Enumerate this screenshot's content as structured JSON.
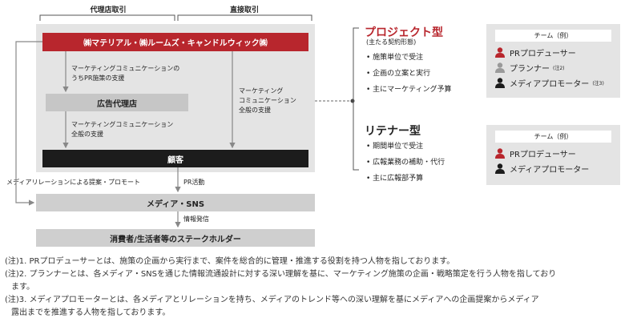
{
  "headers": {
    "agency": "代理店取引",
    "direct": "直接取引"
  },
  "client_bar": "㈱マテリアル・㈱ルームズ・キャンドルウィック㈱",
  "flows": {
    "to_agency_line1": "マーケティングコミュニケーションの",
    "to_agency_line2": "うちPR施策の支援",
    "agency_label": "広告代理店",
    "to_client_line1": "マーケティングコミュニケーション",
    "to_client_line2": "全般の支援",
    "direct_line1": "マーケティング",
    "direct_line2": "コミュニケーション",
    "direct_line3": "全般の支援",
    "customer": "顧客",
    "media_relation": "メディアリレーションによる提案・プロモート",
    "pr_activity": "PR活動",
    "media_sns": "メディア・SNS",
    "info_send": "情報発信",
    "stakeholders": "消費者/生活者等のステークホルダー"
  },
  "project": {
    "title": "プロジェクト型",
    "subtitle": "(主たる契約形態)",
    "bullets": [
      "施策単位で受注",
      "企画の立案と実行",
      "主にマーケティング予算"
    ],
    "team_header": "チーム（例）",
    "members": [
      {
        "label": "PRプロデューサー",
        "note": "",
        "color": "#b8262d"
      },
      {
        "label": "プランナー",
        "note": "(注2)",
        "color": "#9a9a9a"
      },
      {
        "label": "メディアプロモーター",
        "note": "(注3)",
        "color": "#1c1c1c"
      }
    ]
  },
  "retainer": {
    "title": "リテナー型",
    "bullets": [
      "期間単位で受注",
      "広報業務の補助・代行",
      "主に広報部予算"
    ],
    "team_header": "チーム（例）",
    "members": [
      {
        "label": "PRプロデューサー",
        "color": "#b8262d"
      },
      {
        "label": "メディアプロモーター",
        "color": "#1c1c1c"
      }
    ]
  },
  "notes": [
    "(注)1. PRプロデューサーとは、施策の企画から実行まで、案件を総合的に管理・推進する役割を持つ人物を指しております。",
    "(注)2. プランナーとは、各メディア・SNSを通じた情報流通設計に対する深い理解を基に、マーケティング施策の企画・戦略策定を行う人物を指しており",
    "ます。",
    "(注)3. メディアプロモーターとは、各メディアとリレーションを持ち、メディアのトレンド等への深い理解を基にメディアへの企画提案からメディア",
    "露出までを推進する人物を指しております。"
  ]
}
